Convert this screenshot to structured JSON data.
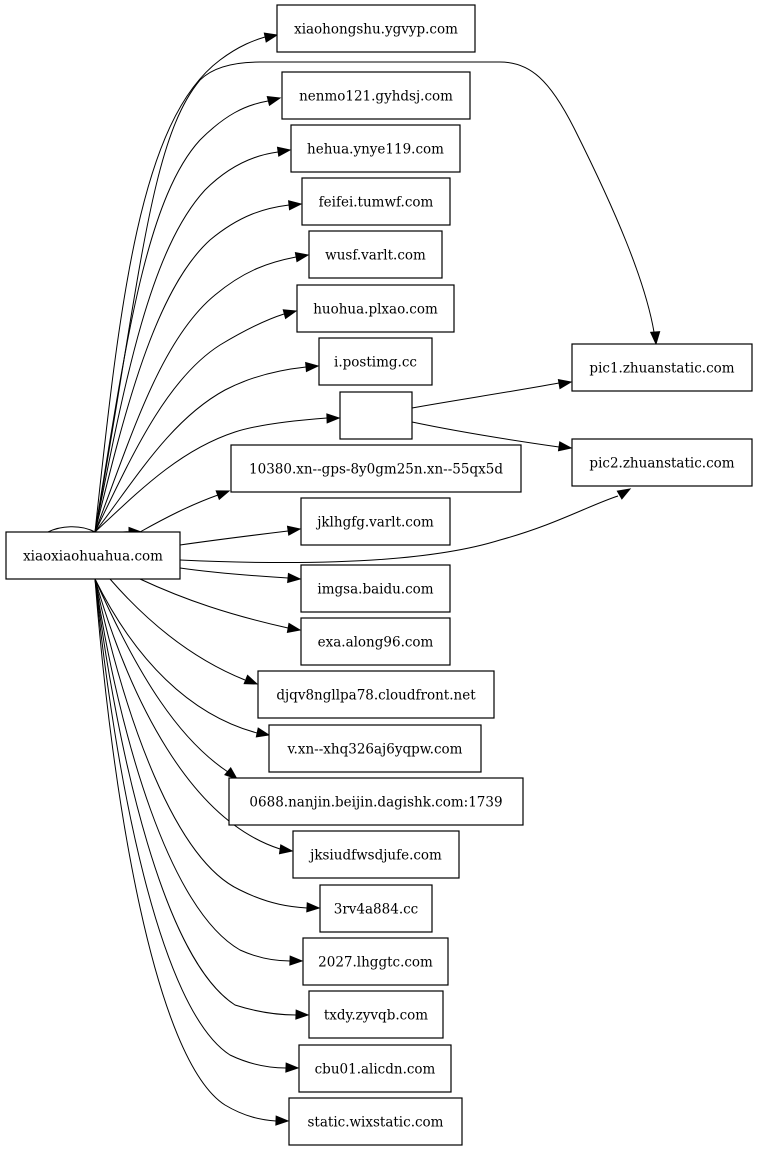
{
  "graph": {
    "source": "xiaoxiaohuahua.com",
    "nodes": [
      {
        "id": "src",
        "label": "xiaoxiaohuahua.com"
      },
      {
        "id": "n1",
        "label": "xiaohongshu.ygvyp.com"
      },
      {
        "id": "n2",
        "label": "nenmo121.gyhdsj.com"
      },
      {
        "id": "n3",
        "label": "hehua.ynye119.com"
      },
      {
        "id": "n4",
        "label": "feifei.tumwf.com"
      },
      {
        "id": "n5",
        "label": "wusf.varlt.com"
      },
      {
        "id": "n6",
        "label": "huohua.plxao.com"
      },
      {
        "id": "n7",
        "label": "i.postimg.cc"
      },
      {
        "id": "blank",
        "label": ""
      },
      {
        "id": "n9",
        "label": "10380.xn--gps-8y0gm25n.xn--55qx5d"
      },
      {
        "id": "n10",
        "label": "jklhgfg.varlt.com"
      },
      {
        "id": "n11",
        "label": "imgsa.baidu.com"
      },
      {
        "id": "n12",
        "label": "exa.along96.com"
      },
      {
        "id": "n13",
        "label": "djqv8ngllpa78.cloudfront.net"
      },
      {
        "id": "n14",
        "label": "v.xn--xhq326aj6yqpw.com"
      },
      {
        "id": "n15",
        "label": "0688.nanjin.beijin.dagishk.com:1739"
      },
      {
        "id": "n16",
        "label": "jksiudfwsdjufe.com"
      },
      {
        "id": "n17",
        "label": "3rv4a884.cc"
      },
      {
        "id": "n18",
        "label": "2027.lhggtc.com"
      },
      {
        "id": "n19",
        "label": "txdy.zyvqb.com"
      },
      {
        "id": "n20",
        "label": "cbu01.alicdn.com"
      },
      {
        "id": "n21",
        "label": "static.wixstatic.com"
      },
      {
        "id": "pic1",
        "label": "pic1.zhuanstatic.com"
      },
      {
        "id": "pic2",
        "label": "pic2.zhuanstatic.com"
      }
    ],
    "edges": [
      {
        "from": "src",
        "to": "src"
      },
      {
        "from": "src",
        "to": "n1"
      },
      {
        "from": "src",
        "to": "pic1"
      },
      {
        "from": "src",
        "to": "n2"
      },
      {
        "from": "src",
        "to": "n3"
      },
      {
        "from": "src",
        "to": "n4"
      },
      {
        "from": "src",
        "to": "n5"
      },
      {
        "from": "src",
        "to": "n6"
      },
      {
        "from": "src",
        "to": "n7"
      },
      {
        "from": "src",
        "to": "blank"
      },
      {
        "from": "src",
        "to": "n9"
      },
      {
        "from": "src",
        "to": "n10"
      },
      {
        "from": "src",
        "to": "pic2"
      },
      {
        "from": "src",
        "to": "n11"
      },
      {
        "from": "src",
        "to": "n12"
      },
      {
        "from": "src",
        "to": "n13"
      },
      {
        "from": "src",
        "to": "n14"
      },
      {
        "from": "src",
        "to": "n15"
      },
      {
        "from": "src",
        "to": "n16"
      },
      {
        "from": "src",
        "to": "n17"
      },
      {
        "from": "src",
        "to": "n18"
      },
      {
        "from": "src",
        "to": "n19"
      },
      {
        "from": "src",
        "to": "n20"
      },
      {
        "from": "src",
        "to": "n21"
      },
      {
        "from": "blank",
        "to": "pic1"
      },
      {
        "from": "blank",
        "to": "pic2"
      }
    ]
  }
}
